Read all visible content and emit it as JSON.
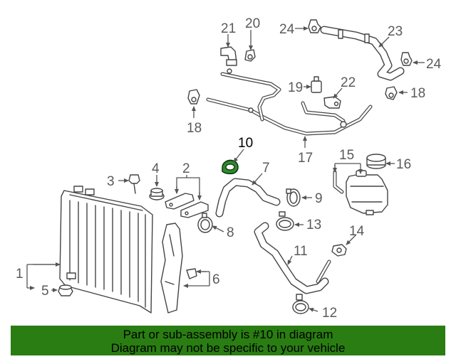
{
  "diagram": {
    "highlighted_part": "10",
    "callouts": [
      "1",
      "2",
      "3",
      "4",
      "5",
      "6",
      "7",
      "8",
      "9",
      "10",
      "11",
      "12",
      "13",
      "14",
      "15",
      "16",
      "17",
      "18",
      "18",
      "19",
      "20",
      "21",
      "22",
      "23",
      "24",
      "24"
    ]
  },
  "banner": {
    "line1": "Part or sub-assembly is #10 in diagram",
    "line2": "Diagram may not be specific to your vehicle",
    "background": "#2a7d12"
  }
}
